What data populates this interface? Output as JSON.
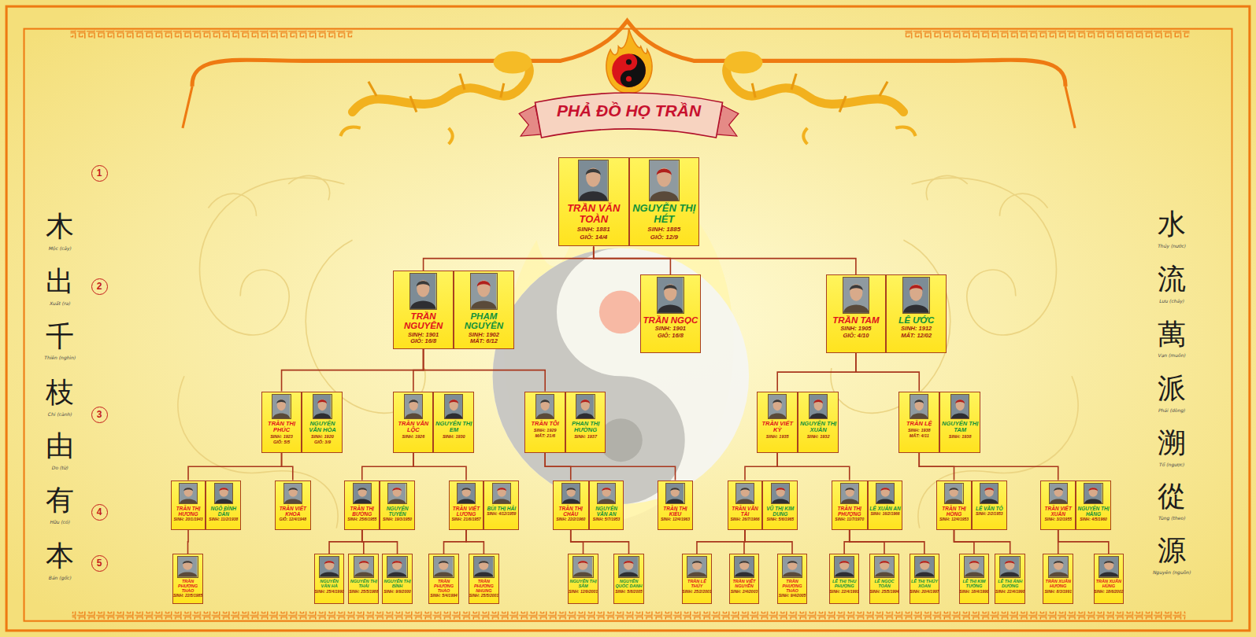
{
  "diagram": {
    "title": "PHẢ ĐỒ HỌ TRẦN",
    "nodes": [
      {
        "text": [
          "TRẦN VĂN TOÀN",
          "SINH: 1881",
          "GIỖ: 14/4"
        ]
      },
      {
        "text": [
          "NGUYỄN THỊ HÉT",
          "SINH: 1885",
          "GIỖ: 12/9"
        ]
      },
      {
        "text": [
          "TRẦN NGUYÊN",
          "SINH: 1901",
          "GIỖ: 16/8"
        ]
      },
      {
        "text": [
          "PHẠM NGUYÊN",
          "SINH: 1902",
          "MẤT: 6/12"
        ]
      },
      {
        "text": [
          "TRẦN NGỌC",
          "SINH: 1901",
          "GIỖ: 16/8"
        ]
      },
      {
        "text": [
          "TRẦN TAM",
          "SINH: 1905",
          "GIỖ: 4/10"
        ]
      },
      {
        "text": [
          "LÊ ƯỚC",
          "SINH: 1912",
          "MẤT: 12/02"
        ]
      },
      {
        "text": [
          "TRẦN THỊ PHÚC",
          "SINH: 1923",
          "GIỖ: 5/5"
        ]
      },
      {
        "text": [
          "NGUYỄN VĂN HÒA",
          "SINH: 1920",
          "GIỖ: 3/9"
        ]
      },
      {
        "text": [
          "TRẦN VĂN LỘC",
          "SINH: 1926"
        ]
      },
      {
        "text": [
          "NGUYỄN THỊ EM",
          "SINH: 1930"
        ]
      },
      {
        "text": [
          "TRẦN TÔI",
          "SINH: 1929",
          "MẤT: 21/6"
        ]
      },
      {
        "text": [
          "PHAN THỊ HƯỜNG",
          "SINH: 1937"
        ]
      },
      {
        "text": [
          "TRẦN VIẾT KỲ",
          "SINH: 1935"
        ]
      },
      {
        "text": [
          "NGUYỄN THỊ XUÂN",
          "SINH: 1932"
        ]
      },
      {
        "text": [
          "TRẦN LỆ",
          "SINH: 1938",
          "MẤT: 4/11"
        ]
      },
      {
        "text": [
          "NGUYỄN THỊ TAM",
          "SINH: 1938"
        ]
      },
      {
        "text": [
          "TRẦN THỊ HƯƠNG",
          "SINH: 20/1/1943"
        ]
      },
      {
        "text": [
          "NGÔ ĐÌNH DẦN",
          "SINH: 11/2/1938"
        ]
      },
      {
        "text": [
          "TRẦN VIẾT KHOA",
          "GIỖ: 12/4/1948"
        ]
      },
      {
        "text": [
          "TRẦN THỊ BƯỜNG",
          "SINH: 25/6/1955"
        ]
      },
      {
        "text": [
          "NGUYỄN TUYẾN",
          "SINH: 19/3/1950"
        ]
      },
      {
        "text": [
          "TRẦN VIẾT LƯƠNG",
          "SINH: 21/6/1957"
        ]
      },
      {
        "text": [
          "BÙI THỊ HẢI",
          "SINH: 4/12/1959"
        ]
      },
      {
        "text": [
          "TRẦN THỊ CHÂU",
          "SINH: 22/2/1960"
        ]
      },
      {
        "text": [
          "NGUYỄN VĂN AN",
          "SINH: 5/7/1953"
        ]
      },
      {
        "text": [
          "TRẦN THỊ KIỀU",
          "SINH: 12/4/1963"
        ]
      },
      {
        "text": [
          "TRẦN VĂN TÀI",
          "SINH: 26/7/1966"
        ]
      },
      {
        "text": [
          "VŨ THỊ KIM DUNG",
          "SINH: 5/6/1965"
        ]
      },
      {
        "text": [
          "TRẦN THỊ PHƯỢNG",
          "SINH: 11/7/1970"
        ]
      },
      {
        "text": [
          "LÊ XUÂN AN",
          "SINH: 16/2/1966"
        ]
      },
      {
        "text": [
          "TRẦN THỊ HỒNG",
          "SINH: 12/4/1953"
        ]
      },
      {
        "text": [
          "LÊ VĂN TỎ",
          "SINH: 2/2/1953"
        ]
      },
      {
        "text": [
          "TRẦN VIẾT XUÂN",
          "SINH: 3/2/1955"
        ]
      },
      {
        "text": [
          "NGUYỄN THỊ HẰNG",
          "SINH: 4/5/1960"
        ]
      },
      {
        "text": [
          "TRẦN PHƯƠNG THẢO",
          "SINH: 22/5/1985"
        ]
      },
      {
        "text": [
          "NGUYỄN VĂN HÀ",
          "SINH: 25/4/1990"
        ]
      },
      {
        "text": [
          "NGUYỄN THỊ THÁI",
          "SINH: 25/5/1988"
        ]
      },
      {
        "text": [
          "NGUYỄN THỊ BÌNH",
          "SINH: 9/9/2000"
        ]
      },
      {
        "text": [
          "TRẦN PHƯƠNG THẢO",
          "SINH: 5/4/1994"
        ]
      },
      {
        "text": [
          "TRẦN PHƯƠNG NHUNG",
          "SINH: 25/5/2001"
        ]
      },
      {
        "text": [
          "NGUYỄN THỊ SÂM",
          "SINH: 12/9/2001"
        ]
      },
      {
        "text": [
          "NGUYỄN QUỐC DANH",
          "SINH: 5/8/2005"
        ]
      },
      {
        "text": [
          "TRẦN LỆ THÚY",
          "SINH: 25/2/2001"
        ]
      },
      {
        "text": [
          "TRẦN VIỆT NGUYÊN",
          "SINH: 2/4/2003"
        ]
      },
      {
        "text": [
          "TRẦN PHƯƠNG THẢO",
          "SINH: 9/4/2005"
        ]
      },
      {
        "text": [
          "LÊ THỊ THU PHƯỢNG",
          "SINH: 22/4/1991"
        ]
      },
      {
        "text": [
          "LÊ NGỌC TOÀN",
          "SINH: 25/5/1994"
        ]
      },
      {
        "text": [
          "LÊ THỊ THÚY XOAN",
          "SINH: 20/4/1997"
        ]
      },
      {
        "text": [
          "LÊ THỊ KIM TƯỜNG",
          "SINH: 18/4/1990"
        ]
      },
      {
        "text": [
          "LÊ THỊ ÁNH DƯƠNG",
          "SINH: 22/4/1990"
        ]
      },
      {
        "text": [
          "TRẦN XUÂN HƯƠNG",
          "SINH: 8/3/1991"
        ]
      },
      {
        "text": [
          "TRẦN XUÂN HÙNG",
          "SINH: 18/6/2002"
        ]
      }
    ],
    "edges": [
      {
        "from": 0,
        "to": 2,
        "arrow": "none"
      },
      {
        "from": 0,
        "to": 4,
        "arrow": "none"
      },
      {
        "from": 0,
        "to": 5,
        "arrow": "none"
      },
      {
        "from": 2,
        "to": 7,
        "arrow": "none"
      },
      {
        "from": 2,
        "to": 9,
        "arrow": "none"
      },
      {
        "from": 2,
        "to": 11,
        "arrow": "none"
      },
      {
        "from": 5,
        "to": 13,
        "arrow": "none"
      },
      {
        "from": 5,
        "to": 15,
        "arrow": "none"
      },
      {
        "from": 7,
        "to": 17,
        "arrow": "none"
      },
      {
        "from": 7,
        "to": 19,
        "arrow": "none"
      },
      {
        "from": 9,
        "to": 20,
        "arrow": "none"
      },
      {
        "from": 9,
        "to": 22,
        "arrow": "none"
      },
      {
        "from": 11,
        "to": 24,
        "arrow": "none"
      },
      {
        "from": 11,
        "to": 26,
        "arrow": "none"
      },
      {
        "from": 13,
        "to": 27,
        "arrow": "none"
      },
      {
        "from": 13,
        "to": 29,
        "arrow": "none"
      },
      {
        "from": 15,
        "to": 31,
        "arrow": "none"
      },
      {
        "from": 15,
        "to": 33,
        "arrow": "none"
      },
      {
        "from": 17,
        "to": 35,
        "arrow": "none"
      },
      {
        "from": 20,
        "to": 36,
        "arrow": "none"
      },
      {
        "from": 20,
        "to": 37,
        "arrow": "none"
      },
      {
        "from": 20,
        "to": 38,
        "arrow": "none"
      },
      {
        "from": 22,
        "to": 39,
        "arrow": "none"
      },
      {
        "from": 22,
        "to": 40,
        "arrow": "none"
      },
      {
        "from": 24,
        "to": 41,
        "arrow": "none"
      },
      {
        "from": 24,
        "to": 42,
        "arrow": "none"
      },
      {
        "from": 27,
        "to": 43,
        "arrow": "none"
      },
      {
        "from": 27,
        "to": 44,
        "arrow": "none"
      },
      {
        "from": 27,
        "to": 45,
        "arrow": "none"
      },
      {
        "from": 29,
        "to": 46,
        "arrow": "none"
      },
      {
        "from": 29,
        "to": 47,
        "arrow": "none"
      },
      {
        "from": 29,
        "to": 48,
        "arrow": "none"
      },
      {
        "from": 31,
        "to": 49,
        "arrow": "none"
      },
      {
        "from": 31,
        "to": 50,
        "arrow": "none"
      },
      {
        "from": 33,
        "to": 51,
        "arrow": "none"
      },
      {
        "from": 33,
        "to": 52,
        "arrow": "none"
      }
    ],
    "labels": [
      "1",
      "2",
      "3",
      "4",
      "5",
      "木",
      "Mộc (cây)",
      "出",
      "Xuất (ra)",
      "千",
      "Thiên (nghìn)",
      "枝",
      "Chi (cành)",
      "由",
      "Do (từ)",
      "有",
      "Hữu (có)",
      "本",
      "Bản (gốc)",
      "水",
      "Thủy (nước)",
      "流",
      "Lưu (chảy)",
      "萬",
      "Vạn (muôn)",
      "派",
      "Phái (dòng)",
      "溯",
      "Tố (ngược)",
      "從",
      "Tùng (theo)",
      "源",
      "Nguyên (nguồn)"
    ]
  }
}
